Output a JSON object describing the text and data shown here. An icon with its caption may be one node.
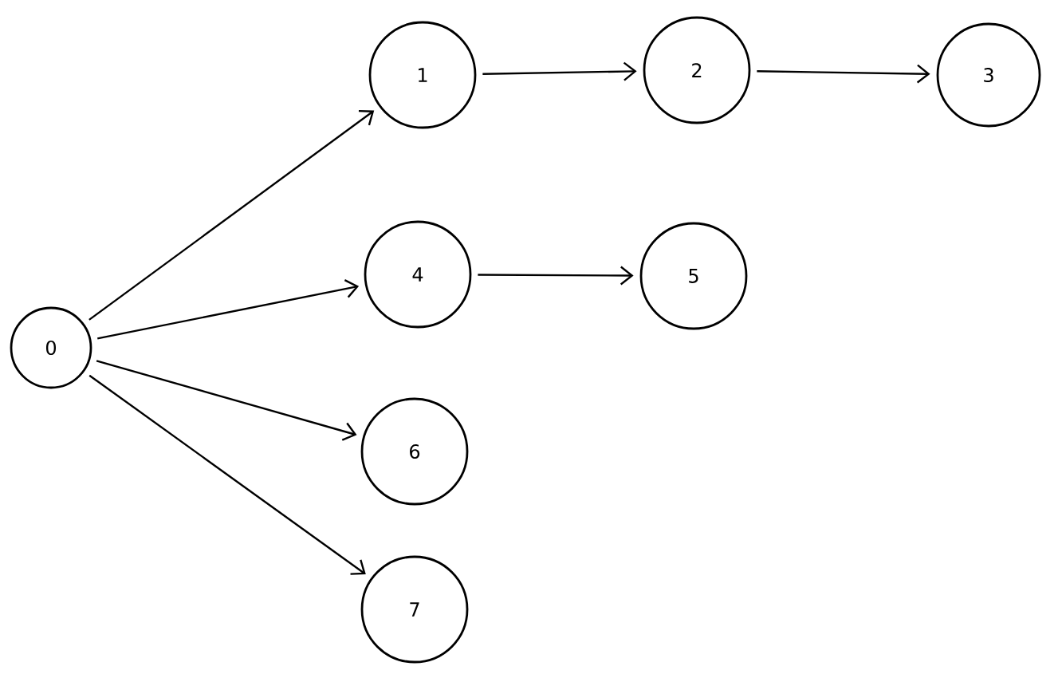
{
  "diagram": {
    "nodes": [
      {
        "text": [
          "0"
        ]
      },
      {
        "text": [
          "1"
        ]
      },
      {
        "text": [
          "2"
        ]
      },
      {
        "text": [
          "3"
        ]
      },
      {
        "text": [
          "4"
        ]
      },
      {
        "text": [
          "5"
        ]
      },
      {
        "text": [
          "6"
        ]
      },
      {
        "text": [
          "7"
        ]
      }
    ],
    "edges": [
      {
        "from": 0,
        "to": 1,
        "arrow": "to"
      },
      {
        "from": 1,
        "to": 2,
        "arrow": "to"
      },
      {
        "from": 2,
        "to": 3,
        "arrow": "to"
      },
      {
        "from": 0,
        "to": 4,
        "arrow": "to"
      },
      {
        "from": 4,
        "to": 5,
        "arrow": "to"
      },
      {
        "from": 0,
        "to": 6,
        "arrow": "to"
      },
      {
        "from": 0,
        "to": 7,
        "arrow": "to"
      }
    ]
  }
}
